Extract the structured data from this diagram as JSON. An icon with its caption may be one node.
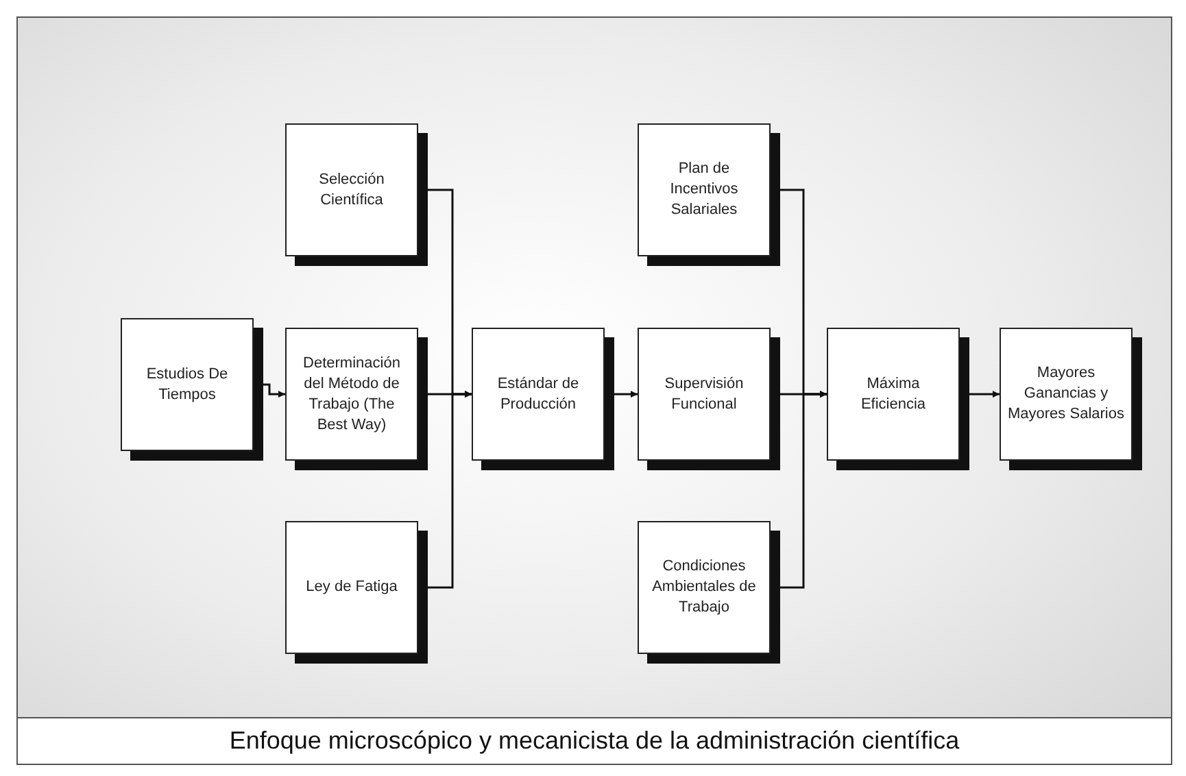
{
  "diagram": {
    "caption": "Enfoque microscópico y mecanicista de la administración científica",
    "nodes": [
      {
        "text": [
          "Estudios De Tiempos"
        ]
      },
      {
        "text": [
          "Selección Científica"
        ]
      },
      {
        "text": [
          "Determinación del Método de Trabajo (The Best Way)"
        ]
      },
      {
        "text": [
          "Ley de Fatiga"
        ]
      },
      {
        "text": [
          "Estándar de Producción"
        ]
      },
      {
        "text": [
          "Plan de Incentivos Salariales"
        ]
      },
      {
        "text": [
          "Supervisión Funcional"
        ]
      },
      {
        "text": [
          "Condiciones Ambientales de Trabajo"
        ]
      },
      {
        "text": [
          "Máxima Eficiencia"
        ]
      },
      {
        "text": [
          "Mayores Ganancias y Mayores Salarios"
        ]
      }
    ],
    "edges": [
      {
        "from": 0,
        "to": 2,
        "arrow": "to"
      },
      {
        "from": 1,
        "to": 4,
        "arrow": "to"
      },
      {
        "from": 2,
        "to": 4,
        "arrow": "to"
      },
      {
        "from": 3,
        "to": 4,
        "arrow": "to"
      },
      {
        "from": 4,
        "to": 6,
        "arrow": "to"
      },
      {
        "from": 5,
        "to": 8,
        "arrow": "to"
      },
      {
        "from": 6,
        "to": 8,
        "arrow": "to"
      },
      {
        "from": 7,
        "to": 8,
        "arrow": "to"
      },
      {
        "from": 8,
        "to": 9,
        "arrow": "to"
      }
    ]
  }
}
